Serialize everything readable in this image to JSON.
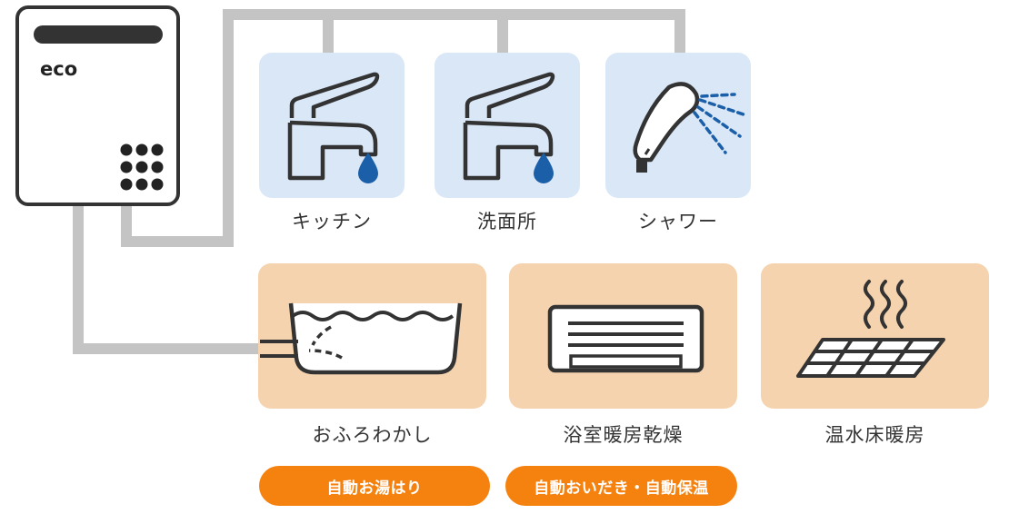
{
  "colors": {
    "pipe": "#c4c4c4",
    "blue_tile": "#d9e7f7",
    "orange_tile": "#f5d3ae",
    "accent": "#f5820e",
    "water_drop": "#1a5fa8",
    "line": "#333333"
  },
  "heater": {
    "brand": "eco",
    "icon": "water-heater-icon"
  },
  "outlets_top": [
    {
      "label": "キッチン",
      "icon": "faucet-icon"
    },
    {
      "label": "洗面所",
      "icon": "faucet-icon"
    },
    {
      "label": "シャワー",
      "icon": "shower-head-icon"
    }
  ],
  "outlets_bottom": [
    {
      "label": "おふろわかし",
      "icon": "bathtub-icon"
    },
    {
      "label": "浴室暖房乾燥",
      "icon": "bathroom-heater-icon"
    },
    {
      "label": "温水床暖房",
      "icon": "floor-heating-icon"
    }
  ],
  "features": [
    {
      "label": "自動お湯はり"
    },
    {
      "label": "自動おいだき・自動保温"
    }
  ]
}
